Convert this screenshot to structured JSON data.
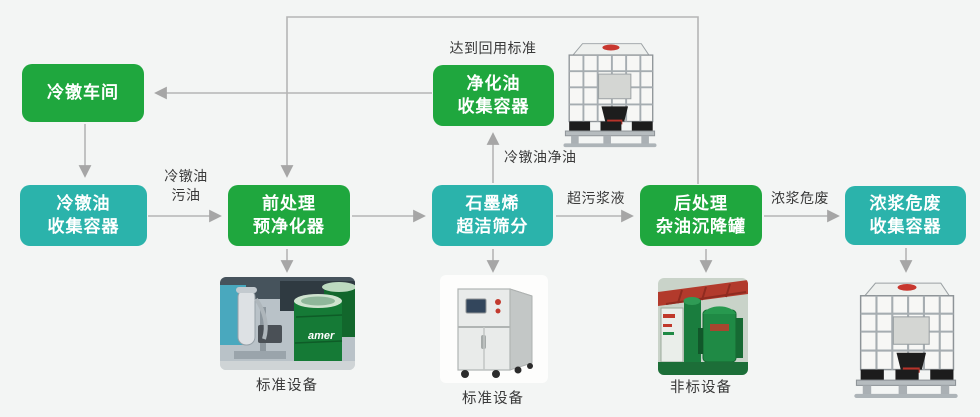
{
  "colors": {
    "bg": "#f3f5f4",
    "green": "#1fa73e",
    "teal": "#2bb3ab",
    "arrow": "#b5b5b5",
    "arrowhead": "#a6a6a6",
    "text": "#3a3a3a",
    "node_text": "#ffffff"
  },
  "nodes": {
    "workshop": {
      "label": "冷镦车间"
    },
    "oil_collector": {
      "label": "冷镦油\n收集容器"
    },
    "pre_purifier": {
      "label": "前处理\n预净化器"
    },
    "purified_oil_collector": {
      "label": "净化油\n收集容器"
    },
    "graphene_screening": {
      "label": "石墨烯\n超洁筛分"
    },
    "post_settling_tank": {
      "label": "后处理\n杂油沉降罐"
    },
    "sludge_waste_collector": {
      "label": "浓浆危废\n收集容器"
    }
  },
  "edge_labels": {
    "dirty_oil": "冷镦油\n污油",
    "reuse_standard": "达到回用标准",
    "clean_oil": "冷镦油净油",
    "super_dirty_slurry": "超污浆液",
    "thick_slurry_waste": "浓浆危废"
  },
  "captions": {
    "standard_equipment_1": "标准设备",
    "standard_equipment_2": "标准设备",
    "non_standard_equipment": "非标设备"
  },
  "photos": {
    "drum_brand": "amer"
  }
}
